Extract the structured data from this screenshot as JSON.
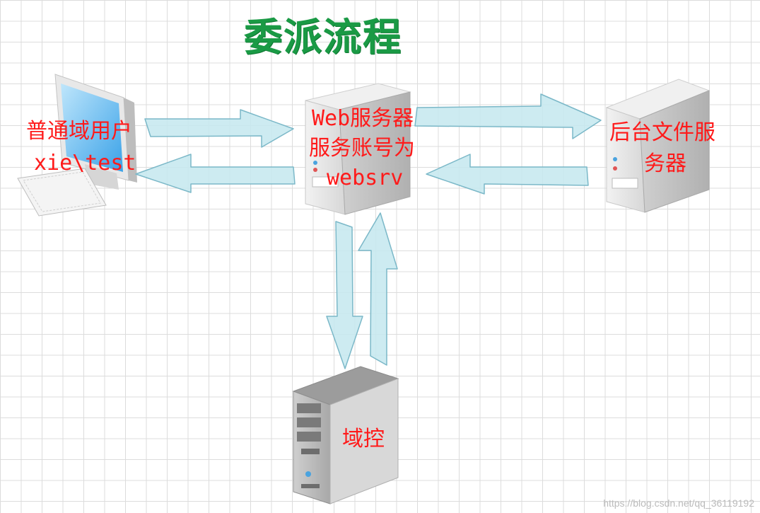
{
  "title": "委派流程",
  "nodes": {
    "user": {
      "line1": "普通域用户",
      "line2": "xie\\test",
      "icon": "desktop-computer-icon"
    },
    "web": {
      "line1": "Web服务器",
      "line2": "服务账号为",
      "line3": "websrv",
      "icon": "server-tower-icon"
    },
    "file": {
      "line1": "后台文件服",
      "line2": "务器",
      "icon": "server-tower-icon"
    },
    "dc": {
      "line1": "域控",
      "icon": "server-tower-icon"
    }
  },
  "colors": {
    "title": "#1a9a45",
    "labels": "#ff1a1a",
    "arrow_fill": "#c6e8ef",
    "arrow_stroke": "#7bb8c8"
  },
  "watermark": "https://blog.csdn.net/qq_36119192"
}
